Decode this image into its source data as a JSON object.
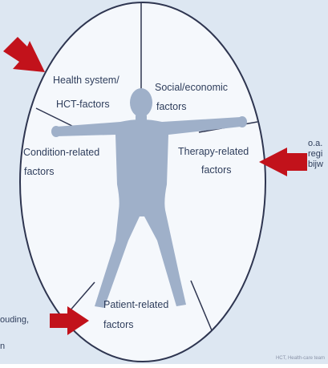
{
  "colors": {
    "panel": "#dde7f2",
    "ellipse_fill": "#f5f8fc",
    "ellipse_stroke": "#2e3550",
    "figure": "#9fb0c9",
    "arrow": "#c2121b",
    "label": "#2f3e5c"
  },
  "segments": {
    "health_system": {
      "line1": "Health system/",
      "line2": "HCT-factors"
    },
    "social_economic": {
      "line1": "Social/economic",
      "line2": "factors"
    },
    "therapy": {
      "line1": "Therapy-related",
      "line2": "factors"
    },
    "condition": {
      "line1": "Condition-related",
      "line2": "factors"
    },
    "patient": {
      "line1": "Patient-related",
      "line2": "factors"
    }
  },
  "side_texts": {
    "right_line1": "o.a.",
    "right_line2": "regi",
    "right_line3": "bijw",
    "left_line1": "ouding,",
    "left_line2": "n"
  },
  "credit": "HCT, Health-care team",
  "icons": [
    "arrow-icon",
    "human-figure-icon"
  ]
}
